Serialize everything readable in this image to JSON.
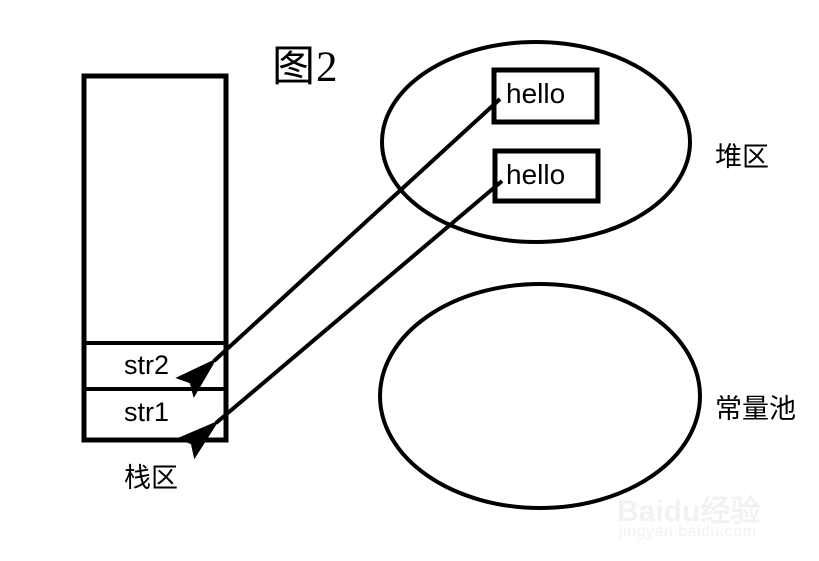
{
  "figure": {
    "title": "图2",
    "background_color": "#ffffff",
    "stroke_color": "#000000",
    "text_color": "#000000"
  },
  "stack": {
    "caption": "栈区",
    "cells": [
      {
        "label": "str2"
      },
      {
        "label": "str1"
      }
    ]
  },
  "heap": {
    "label": "堆区",
    "boxes": [
      {
        "label": "hello"
      },
      {
        "label": "hello"
      }
    ]
  },
  "constant_pool": {
    "label": "常量池",
    "boxes": []
  },
  "arrows": [
    {
      "name": "str2-to-hello-top",
      "from": "hello box 1",
      "to": "str2"
    },
    {
      "name": "str1-to-hello-bottom",
      "from": "hello box 2",
      "to": "str1"
    }
  ],
  "watermark": {
    "main": "Baidu经验",
    "sub": "jingyan.baidu.com",
    "color": "#f2f2f2"
  }
}
